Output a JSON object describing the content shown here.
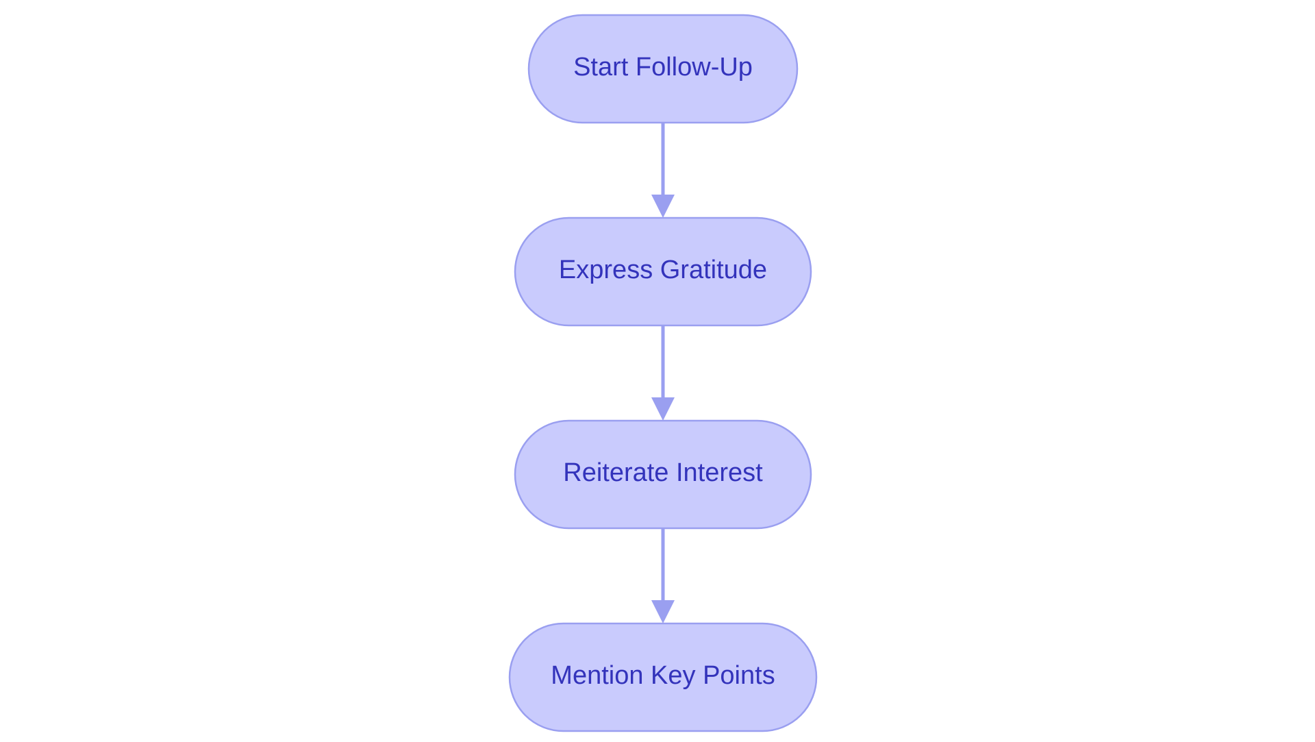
{
  "diagram": {
    "type": "flowchart",
    "direction": "top-to-bottom",
    "colors": {
      "node_fill": "#c9cbfd",
      "node_stroke": "#9a9ff0",
      "text": "#3333bb",
      "edge": "#9a9ff0"
    },
    "nodes": [
      {
        "id": "start",
        "label": "Start Follow-Up"
      },
      {
        "id": "gratitude",
        "label": "Express Gratitude"
      },
      {
        "id": "interest",
        "label": "Reiterate Interest"
      },
      {
        "id": "keypoints",
        "label": "Mention Key Points"
      }
    ],
    "edges": [
      {
        "from": "start",
        "to": "gratitude"
      },
      {
        "from": "gratitude",
        "to": "interest"
      },
      {
        "from": "interest",
        "to": "keypoints"
      }
    ]
  }
}
